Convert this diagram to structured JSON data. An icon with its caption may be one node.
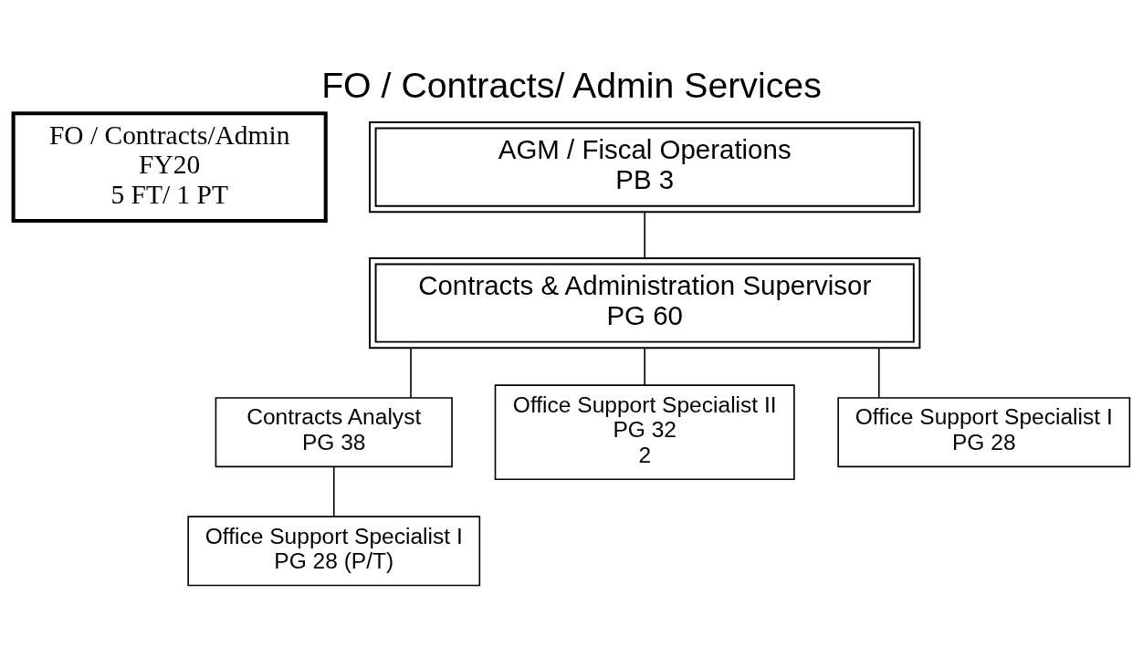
{
  "diagram": {
    "title": "FO / Contracts/ Admin Services",
    "nodes": [
      {
        "text": [
          "FO / Contracts/Admin",
          "FY20",
          "5 FT/ 1 PT"
        ]
      },
      {
        "text": [
          "AGM / Fiscal Operations",
          "PB 3"
        ]
      },
      {
        "text": [
          "Contracts & Administration Supervisor",
          "PG 60"
        ]
      },
      {
        "text": [
          "Contracts Analyst",
          "PG 38"
        ]
      },
      {
        "text": [
          "Office Support Specialist II",
          "PG 32",
          "2"
        ]
      },
      {
        "text": [
          "Office Support Specialist I",
          "PG 28 (P/T)"
        ]
      },
      {
        "text": [
          "Office Support Specialist I",
          "PG 28"
        ]
      }
    ],
    "edges": [
      {
        "from": 1,
        "to": 2,
        "arrow": "none"
      },
      {
        "from": 2,
        "to": 3,
        "arrow": "none"
      },
      {
        "from": 2,
        "to": 4,
        "arrow": "none"
      },
      {
        "from": 2,
        "to": 6,
        "arrow": "none"
      },
      {
        "from": 3,
        "to": 5,
        "arrow": "none"
      }
    ]
  }
}
